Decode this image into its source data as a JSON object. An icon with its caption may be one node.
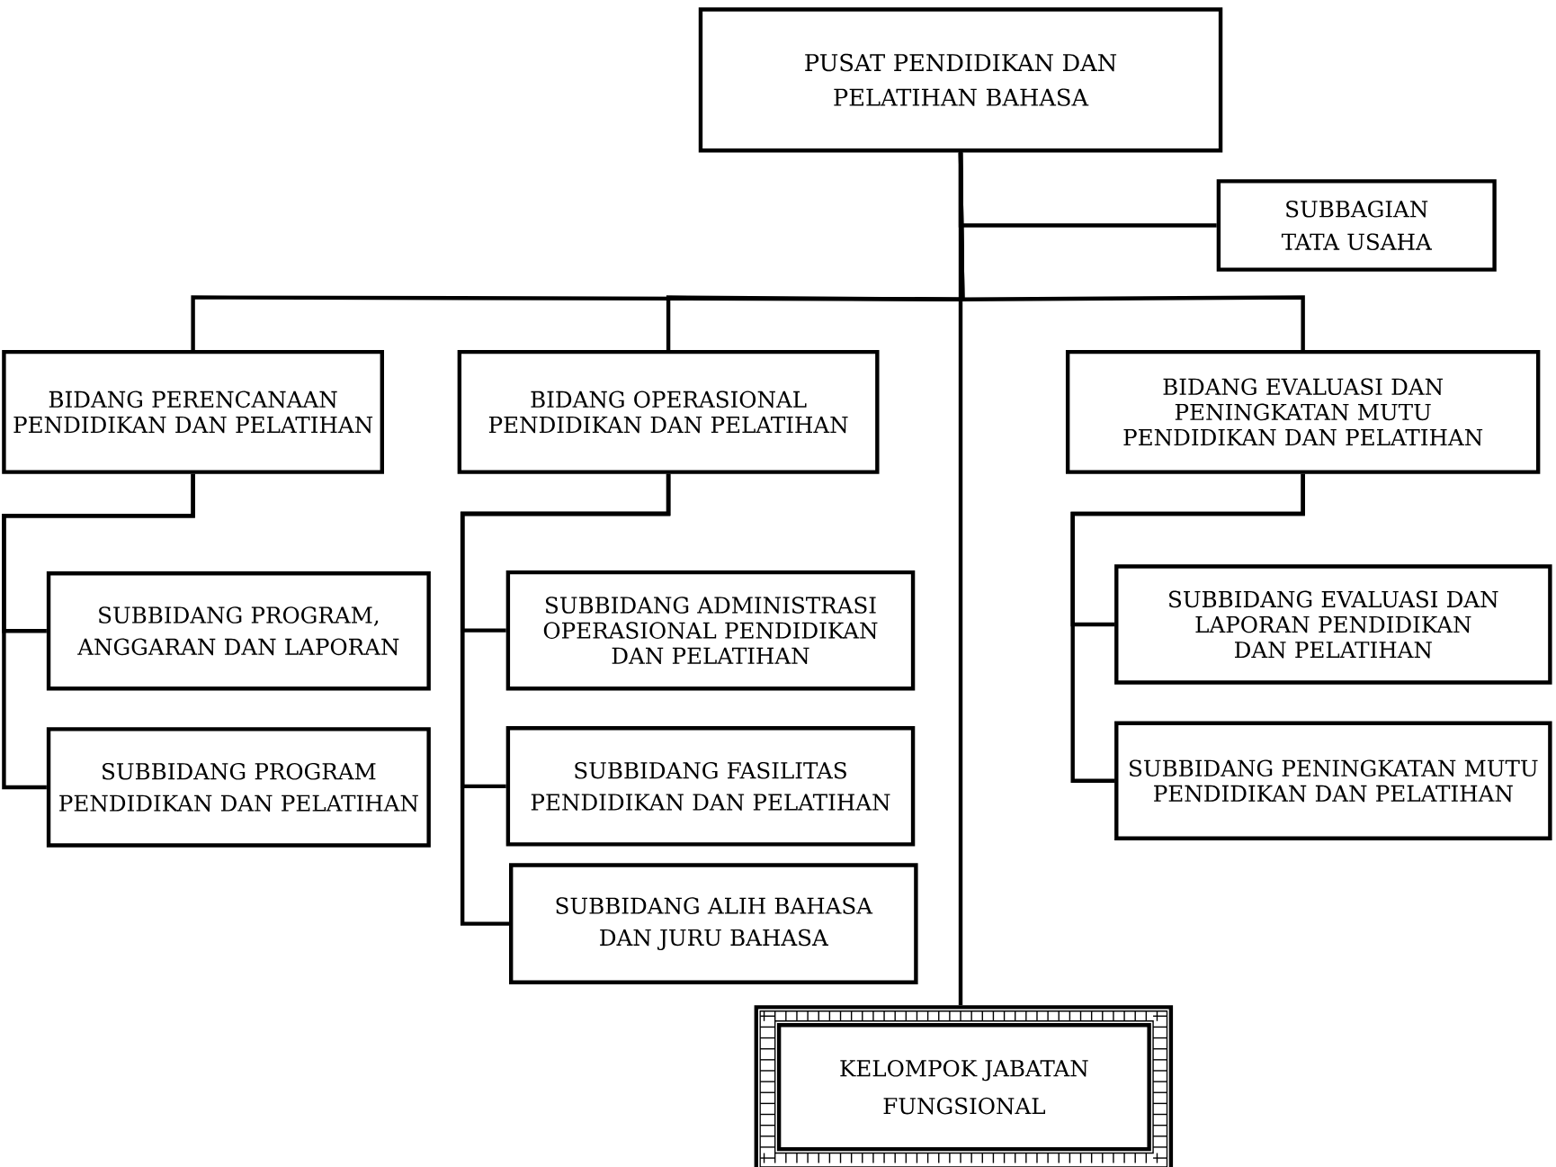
{
  "diagram": {
    "nodes": [
      {
        "text": [
          "PUSAT PENDIDIKAN DAN PELATIHAN BAHASA"
        ]
      },
      {
        "text": [
          "SUBBAGIAN TATA USAHA"
        ]
      },
      {
        "text": [
          "BIDANG PERENCANAAN PENDIDIKAN DAN PELATIHAN"
        ]
      },
      {
        "text": [
          "BIDANG OPERASIONAL PENDIDIKAN DAN PELATIHAN"
        ]
      },
      {
        "text": [
          "BIDANG EVALUASI DAN PENINGKATAN MUTU PENDIDIKAN DAN PELATIHAN"
        ]
      },
      {
        "text": [
          "SUBBIDANG PROGRAM, ANGGARAN DAN LAPORAN"
        ]
      },
      {
        "text": [
          "SUBBIDANG PROGRAM PENDIDIKAN DAN PELATIHAN"
        ]
      },
      {
        "text": [
          "SUBBIDANG ADMINISTRASI OPERASIONAL PENDIDIKAN DAN PELATIHAN"
        ]
      },
      {
        "text": [
          "SUBBIDANG FASILITAS PENDIDIKAN DAN PELATIHAN"
        ]
      },
      {
        "text": [
          "SUBBIDANG ALIH BAHASA DAN JURU BAHASA"
        ]
      },
      {
        "text": [
          "SUBBIDANG EVALUASI DAN LAPORAN PENDIDIKAN DAN PELATIHAN"
        ]
      },
      {
        "text": [
          "SUBBIDANG PENINGKATAN MUTU PENDIDIKAN DAN PELATIHAN"
        ]
      },
      {
        "text": [
          "KELOMPOK JABATAN FUNGSIONAL"
        ]
      }
    ],
    "edges": [
      {
        "from": 0,
        "to": 1,
        "arrow": "none"
      },
      {
        "from": 0,
        "to": 2,
        "arrow": "none"
      },
      {
        "from": 0,
        "to": 3,
        "arrow": "none"
      },
      {
        "from": 0,
        "to": 4,
        "arrow": "none"
      },
      {
        "from": 0,
        "to": 12,
        "arrow": "none"
      },
      {
        "from": 2,
        "to": 5,
        "arrow": "none"
      },
      {
        "from": 2,
        "to": 6,
        "arrow": "none"
      },
      {
        "from": 3,
        "to": 7,
        "arrow": "none"
      },
      {
        "from": 3,
        "to": 8,
        "arrow": "none"
      },
      {
        "from": 3,
        "to": 9,
        "arrow": "none"
      },
      {
        "from": 4,
        "to": 10,
        "arrow": "none"
      },
      {
        "from": 4,
        "to": 11,
        "arrow": "none"
      }
    ]
  }
}
